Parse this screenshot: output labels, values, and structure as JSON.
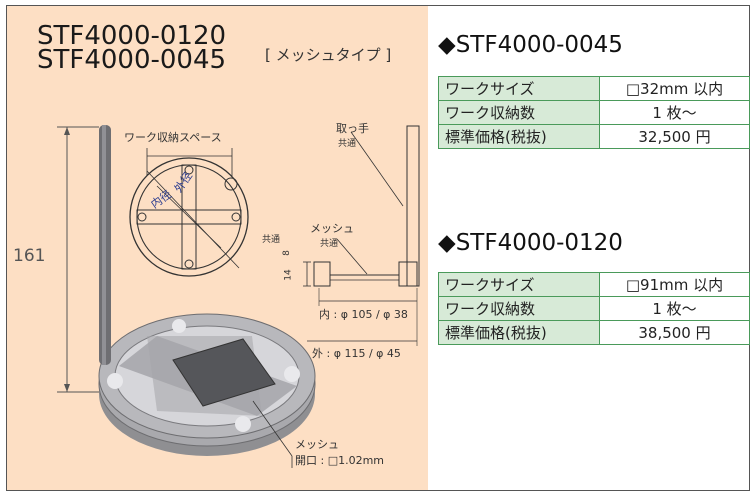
{
  "left": {
    "title_line1": "STF4000-0120",
    "title_line2": "STF4000-0045",
    "type_tag": "[ メッシュタイプ ]",
    "height_dim": "161",
    "work_space_label": "ワーク収納スペース",
    "outer_dia_label": "外径",
    "inner_dia_label": "内径",
    "handle_label": "取っ手",
    "handle_common": "共通",
    "common_left": "共通",
    "mesh_label": "メッシュ",
    "mesh_common": "共通",
    "dim_8": "8",
    "dim_14": "14",
    "inner_dim": "内 : φ 105 / φ 38",
    "outer_dim": "外 : φ 115 / φ 45",
    "mesh_callout_1": "メッシュ",
    "mesh_callout_2": "開口 : □1.02mm"
  },
  "products": [
    {
      "model": "◆STF4000-0045",
      "rows": [
        {
          "key": "ワークサイズ",
          "value": "□32mm 以内"
        },
        {
          "key": "ワーク収納数",
          "value": "1 枚〜"
        },
        {
          "key": "標準価格(税抜)",
          "value": "32,500 円"
        }
      ]
    },
    {
      "model": "◆STF4000-0120",
      "rows": [
        {
          "key": "ワークサイズ",
          "value": "□91mm 以内"
        },
        {
          "key": "ワーク収納数",
          "value": "1 枚〜"
        },
        {
          "key": "標準価格(税抜)",
          "value": "38,500 円"
        }
      ]
    }
  ]
}
